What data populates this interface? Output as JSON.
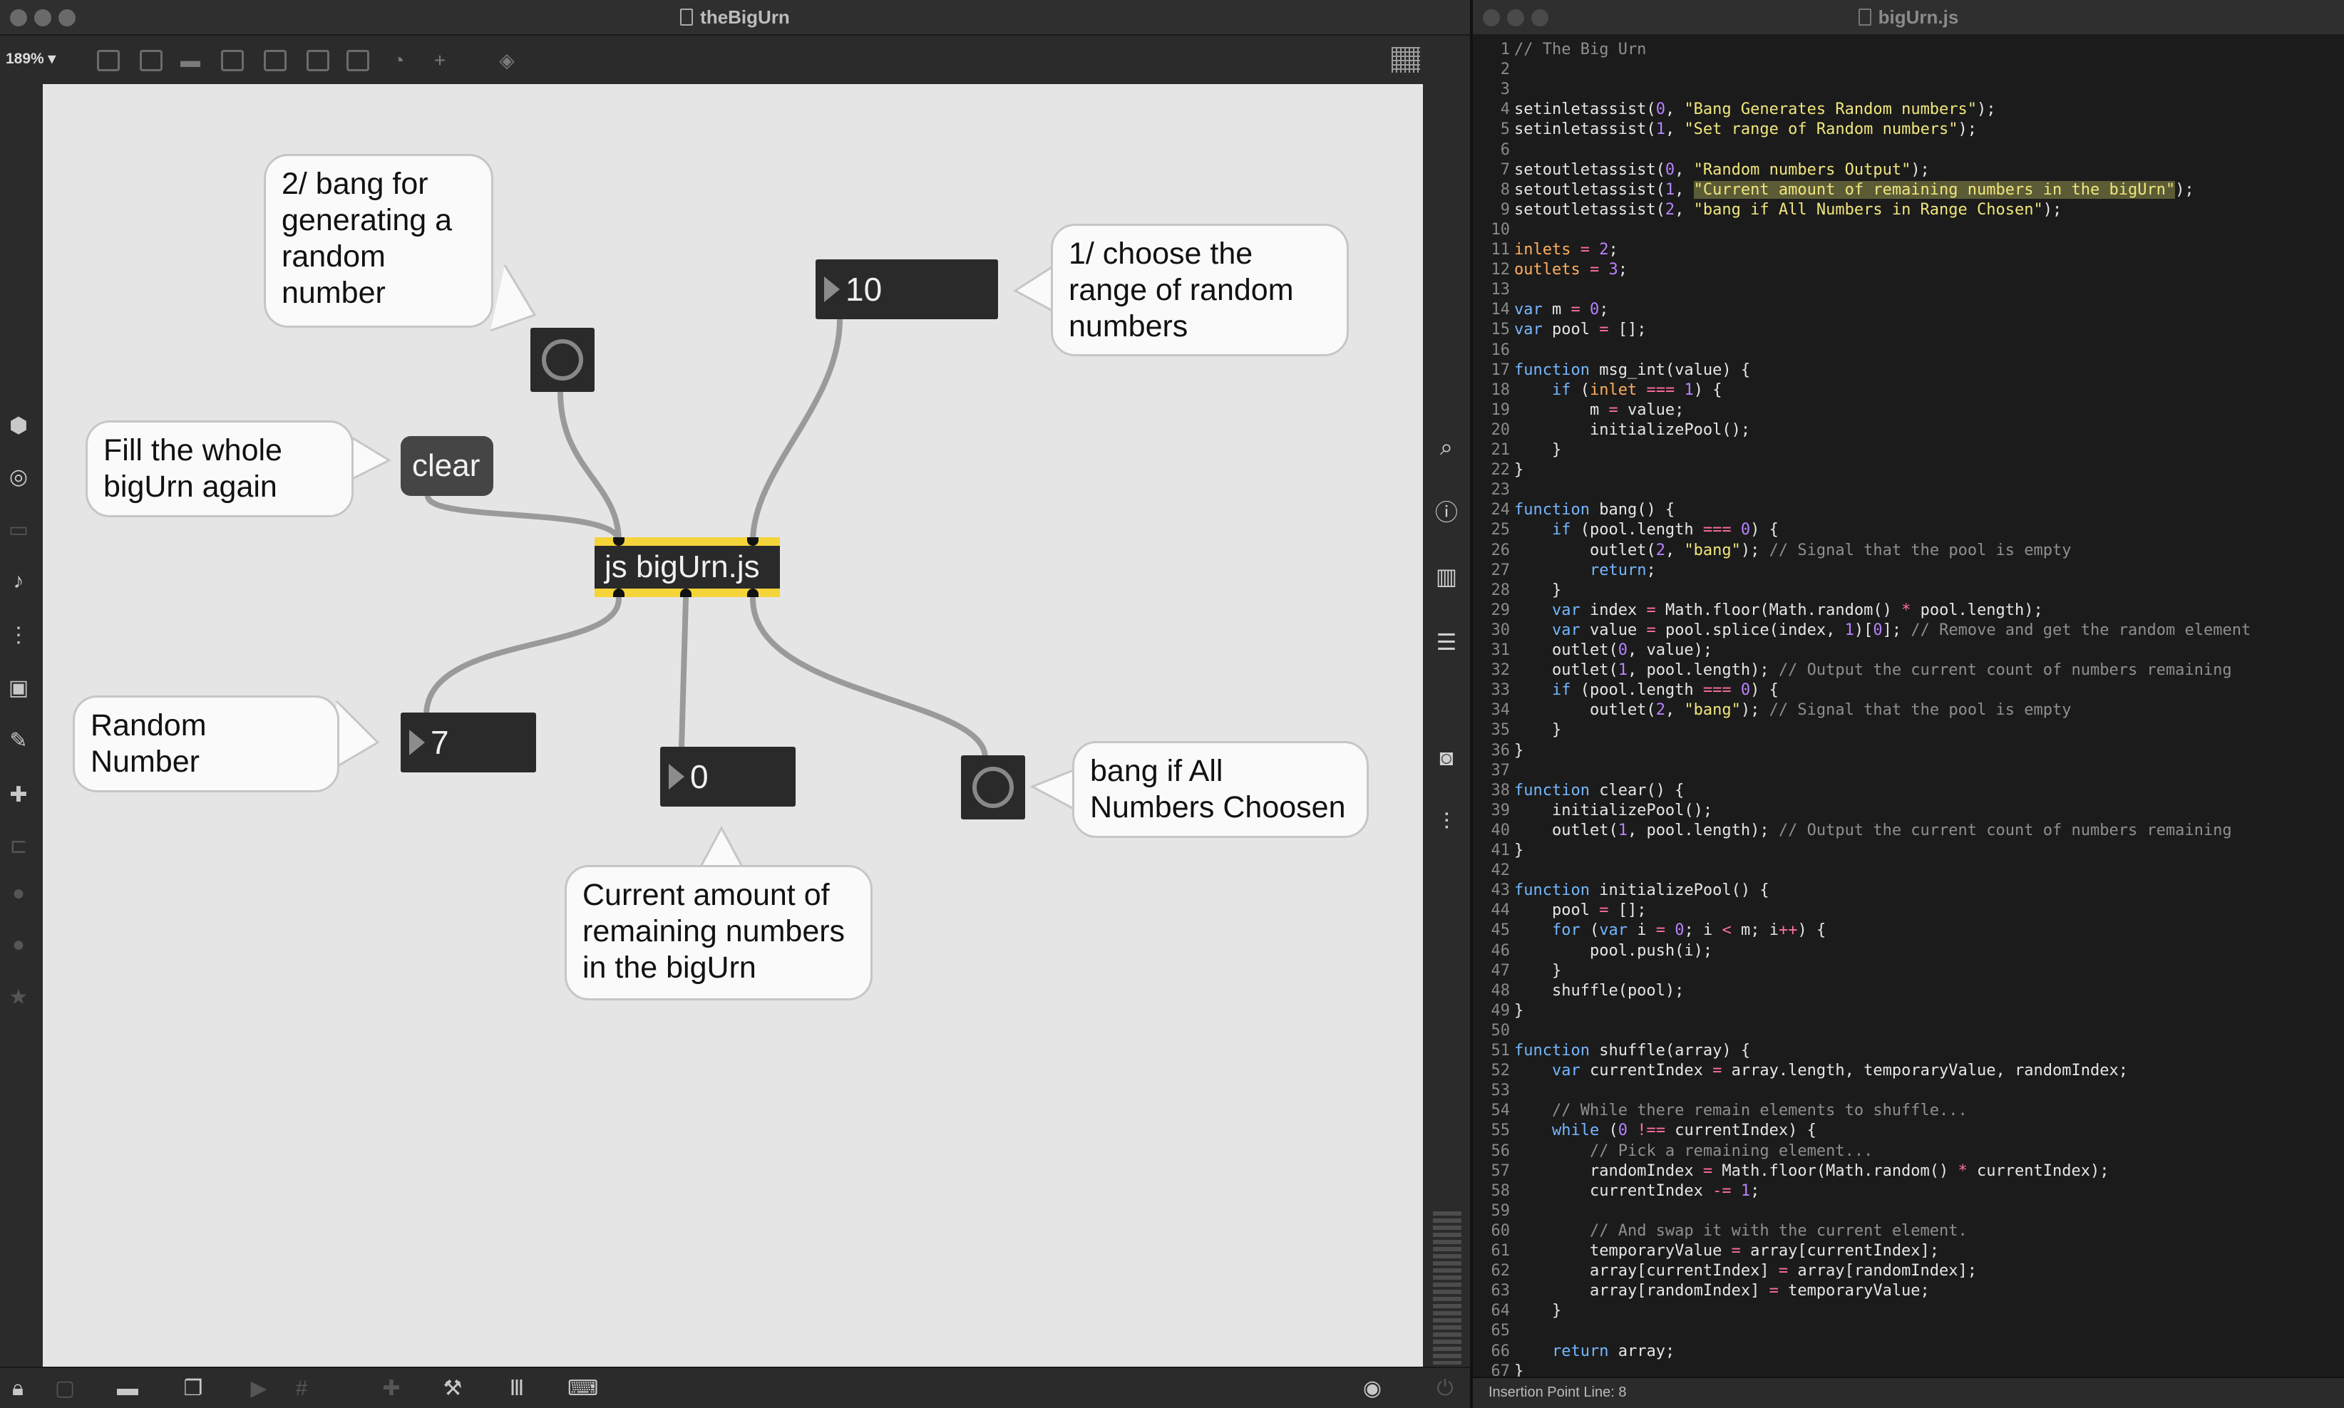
{
  "max_window": {
    "title": "theBigUrn",
    "zoom": "189%",
    "patch": {
      "comments": {
        "bang": "2/ bang for\ngenerating a\nrandom\nnumber",
        "range": "1/ choose the\nrange of random\nnumbers",
        "fill": "Fill the whole\nbigUrn again",
        "random": "Random\nNumber",
        "allchosen": "bang if All\nNumbers Choosen",
        "remaining": "Current amount of\nremaining numbers\nin the bigUrn"
      },
      "objects": {
        "range_number": "10",
        "clear_message": "clear",
        "js_object": "js bigUrn.js",
        "random_number": "7",
        "remaining_number": "0"
      }
    }
  },
  "code_window": {
    "title": "bigUrn.js",
    "status": "Insertion Point Line: 8"
  },
  "colors": {
    "js_border": "#f5d43a",
    "canvas_bg": "#e5e5e5",
    "string": "#f0e67d",
    "keyword": "#74b7ff",
    "number": "#b882ff",
    "operator": "#ff6fa2",
    "comment": "#8f8f8f"
  },
  "code": [
    [
      [
        "// The Big Urn",
        "cm"
      ]
    ],
    [],
    [],
    [
      [
        "setinletassist(",
        ""
      ],
      [
        "0",
        "num"
      ],
      [
        ", ",
        ""
      ],
      [
        "\"Bang Generates Random numbers\"",
        "str"
      ],
      [
        ");",
        ""
      ]
    ],
    [
      [
        "setinletassist(",
        ""
      ],
      [
        "1",
        "num"
      ],
      [
        ", ",
        ""
      ],
      [
        "\"Set range of Random numbers\"",
        "str"
      ],
      [
        ");",
        ""
      ]
    ],
    [],
    [
      [
        "setoutletassist(",
        ""
      ],
      [
        "0",
        "num"
      ],
      [
        ", ",
        ""
      ],
      [
        "\"Random numbers Output\"",
        "str"
      ],
      [
        ");",
        ""
      ]
    ],
    [
      [
        "setoutletassist(",
        ""
      ],
      [
        "1",
        "num"
      ],
      [
        ", ",
        ""
      ],
      [
        "\"Current amount of remaining numbers in the bigUrn\"",
        "hl"
      ],
      [
        ");",
        ""
      ]
    ],
    [
      [
        "setoutletassist(",
        ""
      ],
      [
        "2",
        "num"
      ],
      [
        ", ",
        ""
      ],
      [
        "\"bang if All Numbers in Range Chosen\"",
        "str"
      ],
      [
        ");",
        ""
      ]
    ],
    [],
    [
      [
        "inlets",
        "or"
      ],
      [
        " ",
        ""
      ],
      [
        "=",
        "op"
      ],
      [
        " ",
        ""
      ],
      [
        "2",
        "num"
      ],
      [
        ";",
        ""
      ]
    ],
    [
      [
        "outlets",
        "or"
      ],
      [
        " ",
        ""
      ],
      [
        "=",
        "op"
      ],
      [
        " ",
        ""
      ],
      [
        "3",
        "num"
      ],
      [
        ";",
        ""
      ]
    ],
    [],
    [
      [
        "var",
        "kw"
      ],
      [
        " m ",
        ""
      ],
      [
        "=",
        "op"
      ],
      [
        " ",
        ""
      ],
      [
        "0",
        "num"
      ],
      [
        ";",
        ""
      ]
    ],
    [
      [
        "var",
        "kw"
      ],
      [
        " pool ",
        ""
      ],
      [
        "=",
        "op"
      ],
      [
        " [];",
        ""
      ]
    ],
    [],
    [
      [
        "function",
        "kw"
      ],
      [
        " msg_int(value) {",
        ""
      ]
    ],
    [
      [
        "    ",
        ""
      ],
      [
        "if",
        "kw"
      ],
      [
        " (",
        ""
      ],
      [
        "inlet",
        "or"
      ],
      [
        " ",
        ""
      ],
      [
        "===",
        "op"
      ],
      [
        " ",
        ""
      ],
      [
        "1",
        "num"
      ],
      [
        ") {",
        ""
      ]
    ],
    [
      [
        "        m ",
        ""
      ],
      [
        "=",
        "op"
      ],
      [
        " value;",
        ""
      ]
    ],
    [
      [
        "        initializePool();",
        ""
      ]
    ],
    [
      [
        "    }",
        ""
      ]
    ],
    [
      [
        "}",
        ""
      ]
    ],
    [],
    [
      [
        "function",
        "kw"
      ],
      [
        " bang() {",
        ""
      ]
    ],
    [
      [
        "    ",
        ""
      ],
      [
        "if",
        "kw"
      ],
      [
        " (pool.length ",
        ""
      ],
      [
        "===",
        "op"
      ],
      [
        " ",
        ""
      ],
      [
        "0",
        "num"
      ],
      [
        ") {",
        ""
      ]
    ],
    [
      [
        "        outlet(",
        ""
      ],
      [
        "2",
        "num"
      ],
      [
        ", ",
        ""
      ],
      [
        "\"bang\"",
        "str"
      ],
      [
        "); ",
        ""
      ],
      [
        "// Signal that the pool is empty",
        "cm"
      ]
    ],
    [
      [
        "        ",
        ""
      ],
      [
        "return",
        "kw"
      ],
      [
        ";",
        ""
      ]
    ],
    [
      [
        "    }",
        ""
      ]
    ],
    [
      [
        "    ",
        ""
      ],
      [
        "var",
        "kw"
      ],
      [
        " index ",
        ""
      ],
      [
        "=",
        "op"
      ],
      [
        " Math.floor(Math.random() ",
        ""
      ],
      [
        "*",
        "op"
      ],
      [
        " pool.length);",
        ""
      ]
    ],
    [
      [
        "    ",
        ""
      ],
      [
        "var",
        "kw"
      ],
      [
        " value ",
        ""
      ],
      [
        "=",
        "op"
      ],
      [
        " pool.splice(index, ",
        ""
      ],
      [
        "1",
        "num"
      ],
      [
        ")[",
        ""
      ],
      [
        "0",
        "num"
      ],
      [
        "]; ",
        ""
      ],
      [
        "// Remove and get the random element",
        "cm"
      ]
    ],
    [
      [
        "    outlet(",
        ""
      ],
      [
        "0",
        "num"
      ],
      [
        ", value);",
        ""
      ]
    ],
    [
      [
        "    outlet(",
        ""
      ],
      [
        "1",
        "num"
      ],
      [
        ", pool.length); ",
        ""
      ],
      [
        "// Output the current count of numbers remaining",
        "cm"
      ]
    ],
    [
      [
        "    ",
        ""
      ],
      [
        "if",
        "kw"
      ],
      [
        " (pool.length ",
        ""
      ],
      [
        "===",
        "op"
      ],
      [
        " ",
        ""
      ],
      [
        "0",
        "num"
      ],
      [
        ") {",
        ""
      ]
    ],
    [
      [
        "        outlet(",
        ""
      ],
      [
        "2",
        "num"
      ],
      [
        ", ",
        ""
      ],
      [
        "\"bang\"",
        "str"
      ],
      [
        "); ",
        ""
      ],
      [
        "// Signal that the pool is empty",
        "cm"
      ]
    ],
    [
      [
        "    }",
        ""
      ]
    ],
    [
      [
        "}",
        ""
      ]
    ],
    [],
    [
      [
        "function",
        "kw"
      ],
      [
        " clear() {",
        ""
      ]
    ],
    [
      [
        "    initializePool();",
        ""
      ]
    ],
    [
      [
        "    outlet(",
        ""
      ],
      [
        "1",
        "num"
      ],
      [
        ", pool.length); ",
        ""
      ],
      [
        "// Output the current count of numbers remaining",
        "cm"
      ]
    ],
    [
      [
        "}",
        ""
      ]
    ],
    [],
    [
      [
        "function",
        "kw"
      ],
      [
        " initializePool() {",
        ""
      ]
    ],
    [
      [
        "    pool ",
        ""
      ],
      [
        "=",
        "op"
      ],
      [
        " [];",
        ""
      ]
    ],
    [
      [
        "    ",
        ""
      ],
      [
        "for",
        "kw"
      ],
      [
        " (",
        ""
      ],
      [
        "var",
        "kw"
      ],
      [
        " i ",
        ""
      ],
      [
        "=",
        "op"
      ],
      [
        " ",
        ""
      ],
      [
        "0",
        "num"
      ],
      [
        "; i ",
        ""
      ],
      [
        "<",
        "op"
      ],
      [
        " m; i",
        ""
      ],
      [
        "++",
        "op"
      ],
      [
        ") {",
        ""
      ]
    ],
    [
      [
        "        pool.push(i);",
        ""
      ]
    ],
    [
      [
        "    }",
        ""
      ]
    ],
    [
      [
        "    shuffle(pool);",
        ""
      ]
    ],
    [
      [
        "}",
        ""
      ]
    ],
    [],
    [
      [
        "function",
        "kw"
      ],
      [
        " shuffle(array) {",
        ""
      ]
    ],
    [
      [
        "    ",
        ""
      ],
      [
        "var",
        "kw"
      ],
      [
        " currentIndex ",
        ""
      ],
      [
        "=",
        "op"
      ],
      [
        " array.length, temporaryValue, randomIndex;",
        ""
      ]
    ],
    [],
    [
      [
        "    ",
        ""
      ],
      [
        "// While there remain elements to shuffle...",
        "cm"
      ]
    ],
    [
      [
        "    ",
        ""
      ],
      [
        "while",
        "kw"
      ],
      [
        " (",
        ""
      ],
      [
        "0",
        "num"
      ],
      [
        " ",
        ""
      ],
      [
        "!==",
        "op"
      ],
      [
        " currentIndex) {",
        ""
      ]
    ],
    [
      [
        "        ",
        ""
      ],
      [
        "// Pick a remaining element...",
        "cm"
      ]
    ],
    [
      [
        "        randomIndex ",
        ""
      ],
      [
        "=",
        "op"
      ],
      [
        " Math.floor(Math.random() ",
        ""
      ],
      [
        "*",
        "op"
      ],
      [
        " currentIndex);",
        ""
      ]
    ],
    [
      [
        "        currentIndex ",
        ""
      ],
      [
        "-=",
        "op"
      ],
      [
        " ",
        ""
      ],
      [
        "1",
        "num"
      ],
      [
        ";",
        ""
      ]
    ],
    [],
    [
      [
        "        ",
        ""
      ],
      [
        "// And swap it with the current element.",
        "cm"
      ]
    ],
    [
      [
        "        temporaryValue ",
        ""
      ],
      [
        "=",
        "op"
      ],
      [
        " array[currentIndex];",
        ""
      ]
    ],
    [
      [
        "        array[currentIndex] ",
        ""
      ],
      [
        "=",
        "op"
      ],
      [
        " array[randomIndex];",
        ""
      ]
    ],
    [
      [
        "        array[randomIndex] ",
        ""
      ],
      [
        "=",
        "op"
      ],
      [
        " temporaryValue;",
        ""
      ]
    ],
    [
      [
        "    }",
        ""
      ]
    ],
    [],
    [
      [
        "    ",
        ""
      ],
      [
        "return",
        "kw"
      ],
      [
        " array;",
        ""
      ]
    ],
    [
      [
        "}",
        ""
      ]
    ]
  ]
}
